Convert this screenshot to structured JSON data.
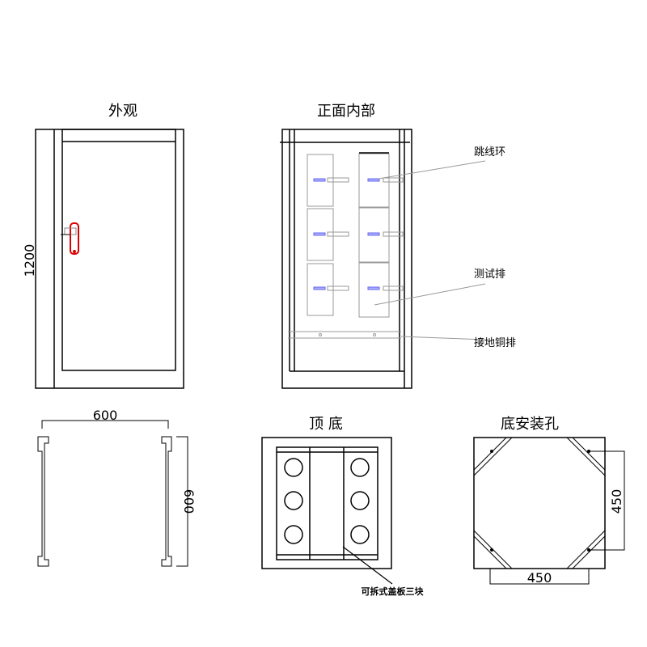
{
  "views": {
    "exterior": {
      "title": "外观",
      "height_dim": "1200"
    },
    "front_interior": {
      "title": "正面内部",
      "labels": {
        "jumper_ring": "跳线环",
        "test_bar": "测试排",
        "ground_copper_bar": "接地铜排"
      }
    },
    "top_section": {
      "width_dim": "600",
      "depth_dim": "600"
    },
    "top_bottom": {
      "title": "顶 底",
      "note": "可拆式盖板三块"
    },
    "base_mounting_holes": {
      "title": "底安装孔",
      "vertical_dim": "450",
      "horizontal_dim": "450"
    }
  },
  "colors": {
    "handle": "#dd0000",
    "terminal": "#6666ee",
    "line": "#000000",
    "leader": "#999999"
  }
}
